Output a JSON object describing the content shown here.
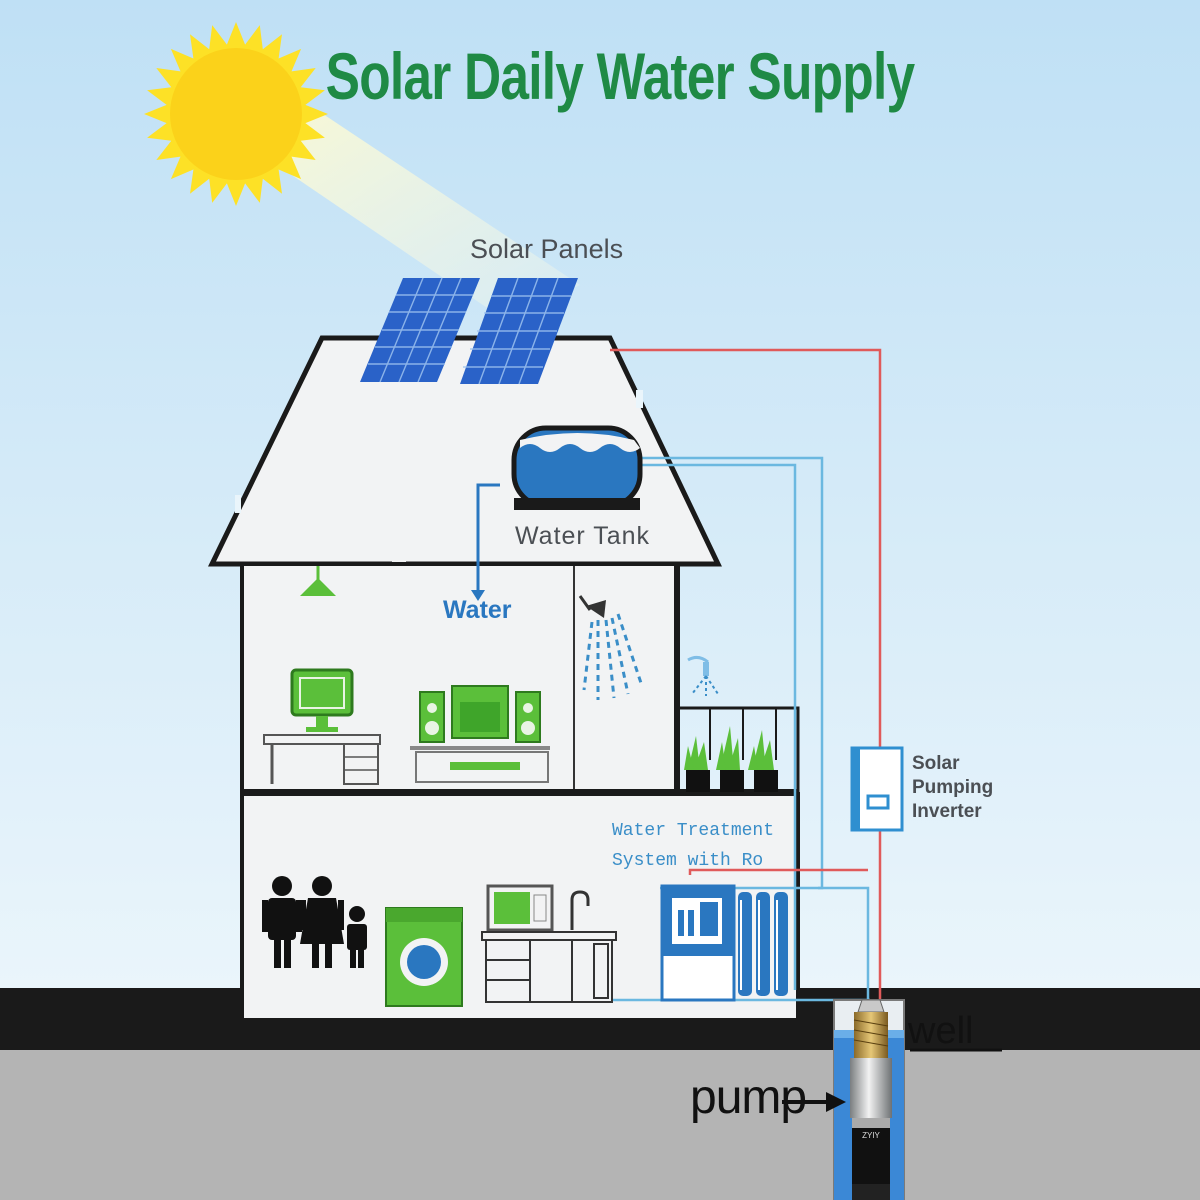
{
  "title": "Solar Daily Water Supply",
  "labels": {
    "solar_panels": "Solar Panels",
    "water_tank": "Water Tank",
    "water": "Water",
    "inverter_line1": "Solar",
    "inverter_line2": "Pumping",
    "inverter_line3": "Inverter",
    "treatment_line1": "Water Treatment",
    "treatment_line2": "System with Ro",
    "well": "well",
    "pump": "pump",
    "pump_brand": "ZYIY"
  },
  "colors": {
    "title": "#1f8a45",
    "sky_top": "#bfe0f5",
    "sky_bottom": "#e8f4fb",
    "ground": "#1a1a1a",
    "soil": "#b4b4b4",
    "solar_line": "#e05a5a",
    "water_line": "#5ab0de",
    "appliance_green": "#5bbf3a",
    "water_blue": "#2a77c0"
  },
  "icons": [
    "sun-icon",
    "solar-panel-icon",
    "water-tank-icon",
    "lamp-icon",
    "computer-desk-icon",
    "tv-stereo-icon",
    "shower-icon",
    "sprinkler-icon",
    "plant-icon",
    "inverter-icon",
    "family-icon",
    "washing-machine-icon",
    "kitchen-icon",
    "water-treatment-icon",
    "well-icon",
    "pump-icon",
    "arrow-icon"
  ]
}
